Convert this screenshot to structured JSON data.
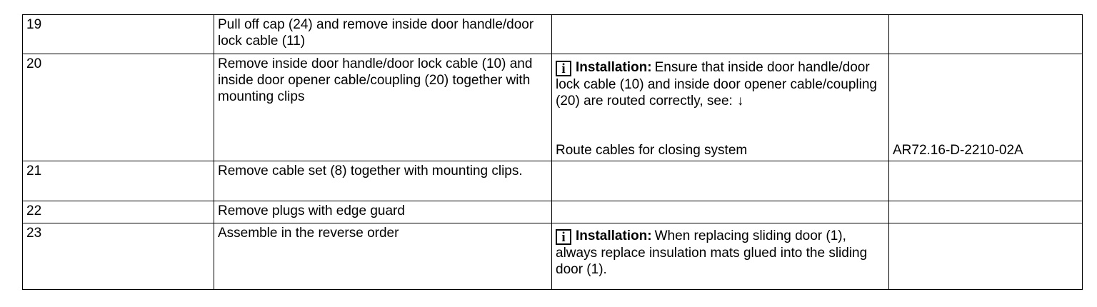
{
  "table": {
    "rows": [
      {
        "step": "19",
        "action": "Pull off cap (24) and remove inside door handle/door lock cable   (11)",
        "note": "",
        "reference": ""
      },
      {
        "step": "20",
        "action": "Remove inside door handle/door lock cable (10) and inside door opener cable/coupling (20) together with mounting clips",
        "note_label": "Installation:",
        "note_text": "Ensure that inside door handle/door lock cable (10) and inside door opener cable/coupling (20) are routed correctly, see:",
        "note_arrow": "↓",
        "cross_ref_text": "Route cables for closing system",
        "reference": "AR72.16-D-2210-02A"
      },
      {
        "step": "21",
        "action": "Remove cable set (8) together with mounting clips.",
        "note": "",
        "reference": ""
      },
      {
        "step": "22",
        "action": "Remove plugs with edge guard",
        "note": "",
        "reference": ""
      },
      {
        "step": "23",
        "action": "Assemble in the reverse order",
        "note_label": "Installation:",
        "note_text": "When replacing sliding door (1), always replace insulation mats glued into the sliding door (1).",
        "reference": ""
      }
    ],
    "info_icon_glyph": "i"
  }
}
